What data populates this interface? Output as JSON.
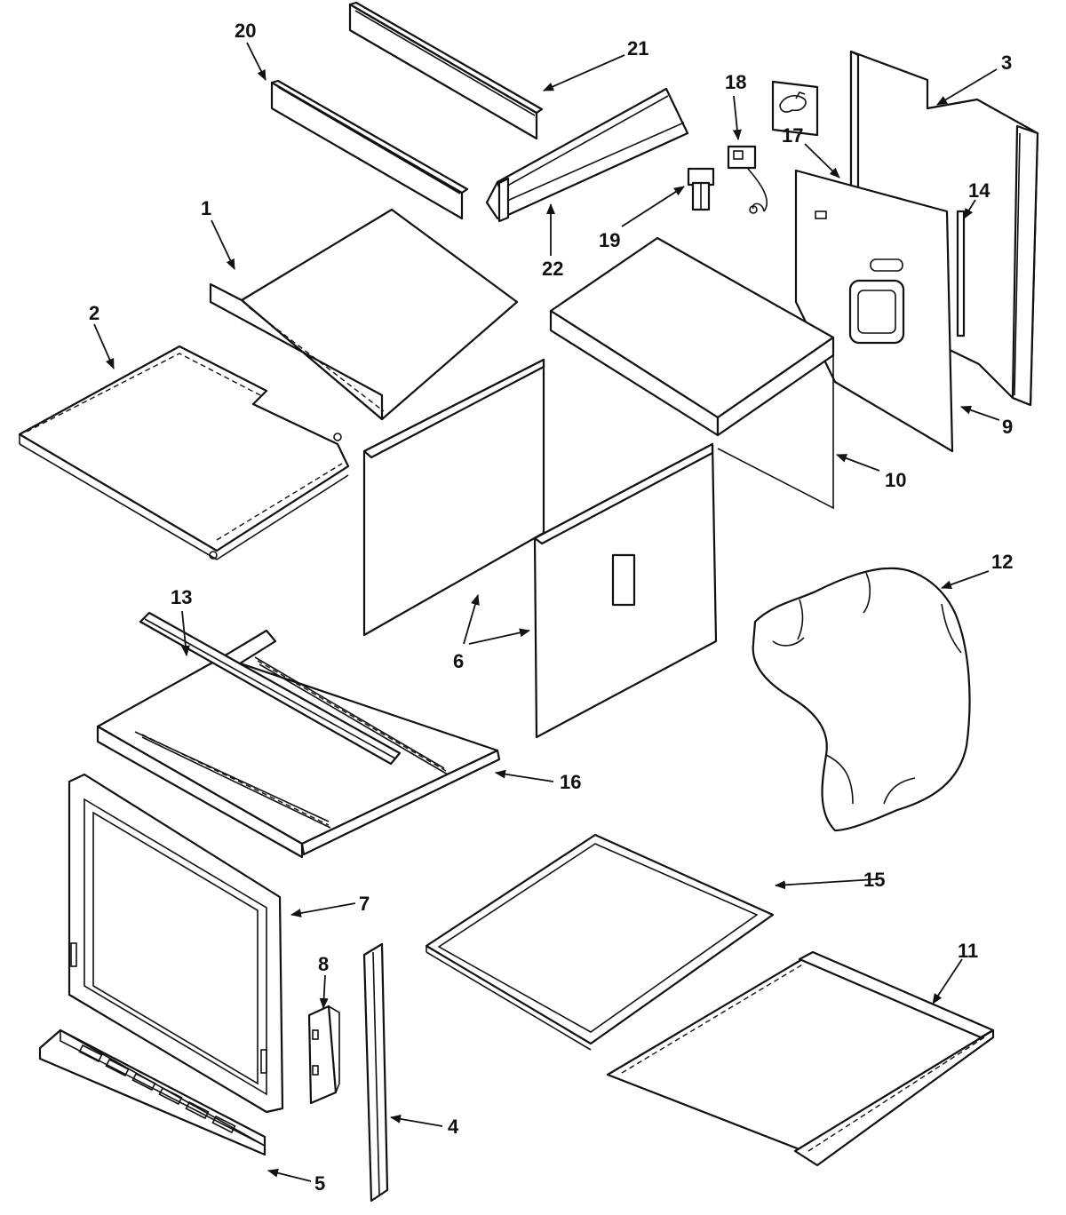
{
  "diagram": {
    "colors": {
      "line": "#111111",
      "background": "#ffffff"
    },
    "callouts": [
      {
        "id": "c1",
        "label": "1"
      },
      {
        "id": "c2",
        "label": "2"
      },
      {
        "id": "c3",
        "label": "3"
      },
      {
        "id": "c4",
        "label": "4"
      },
      {
        "id": "c5",
        "label": "5"
      },
      {
        "id": "c6",
        "label": "6"
      },
      {
        "id": "c7",
        "label": "7"
      },
      {
        "id": "c8",
        "label": "8"
      },
      {
        "id": "c9",
        "label": "9"
      },
      {
        "id": "c10",
        "label": "10"
      },
      {
        "id": "c11",
        "label": "11"
      },
      {
        "id": "c12",
        "label": "12"
      },
      {
        "id": "c13",
        "label": "13"
      },
      {
        "id": "c14",
        "label": "14"
      },
      {
        "id": "c15",
        "label": "15"
      },
      {
        "id": "c16",
        "label": "16"
      },
      {
        "id": "c17",
        "label": "17"
      },
      {
        "id": "c18",
        "label": "18"
      },
      {
        "id": "c19",
        "label": "19"
      },
      {
        "id": "c20",
        "label": "20"
      },
      {
        "id": "c21",
        "label": "21"
      },
      {
        "id": "c22",
        "label": "22"
      }
    ]
  }
}
